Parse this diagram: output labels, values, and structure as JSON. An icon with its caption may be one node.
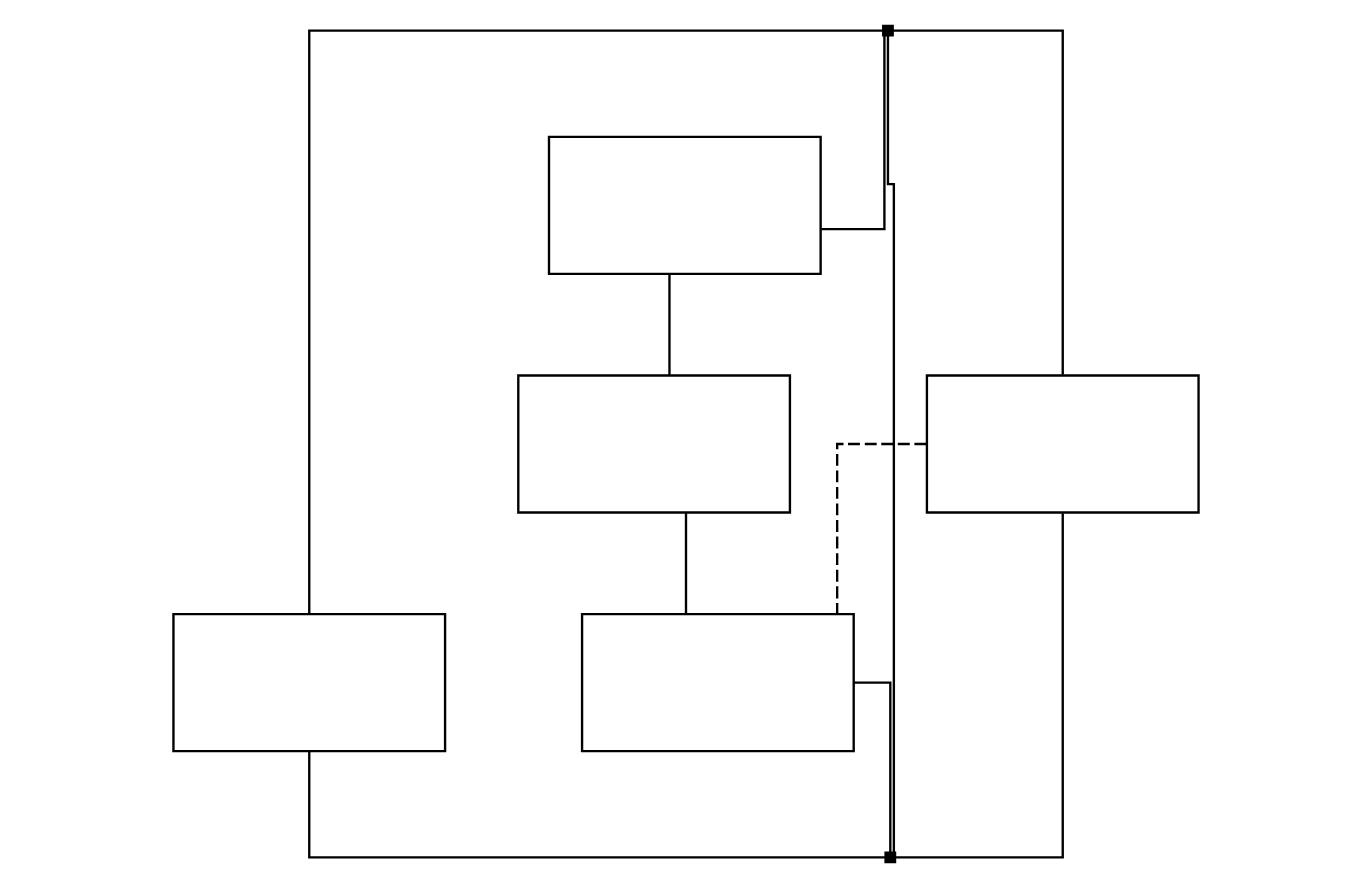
{
  "diagram": {
    "nodes": [
      {
        "text": [],
        "shape": "box"
      },
      {
        "text": [],
        "shape": "box"
      },
      {
        "text": [],
        "shape": "box"
      },
      {
        "text": [],
        "shape": "box"
      },
      {
        "text": [],
        "shape": "box"
      },
      {
        "text": [],
        "shape": "bar"
      },
      {
        "text": [],
        "shape": "bar"
      }
    ],
    "edges": [
      {
        "from": 0,
        "to": 1,
        "arrow": "none"
      },
      {
        "from": 1,
        "to": 4,
        "arrow": "none"
      },
      {
        "from": 3,
        "to": 4,
        "arrow": "none",
        "style": "dashed"
      },
      {
        "from": 5,
        "to": 0,
        "arrow": "none"
      },
      {
        "from": 5,
        "to": 2,
        "arrow": "none"
      },
      {
        "from": 5,
        "to": 3,
        "arrow": "none"
      },
      {
        "from": 3,
        "to": 6,
        "arrow": "none"
      },
      {
        "from": 2,
        "to": 6,
        "arrow": "none"
      },
      {
        "from": 4,
        "to": 6,
        "arrow": "none"
      },
      {
        "from": 5,
        "to": 6,
        "arrow": "none"
      }
    ]
  }
}
